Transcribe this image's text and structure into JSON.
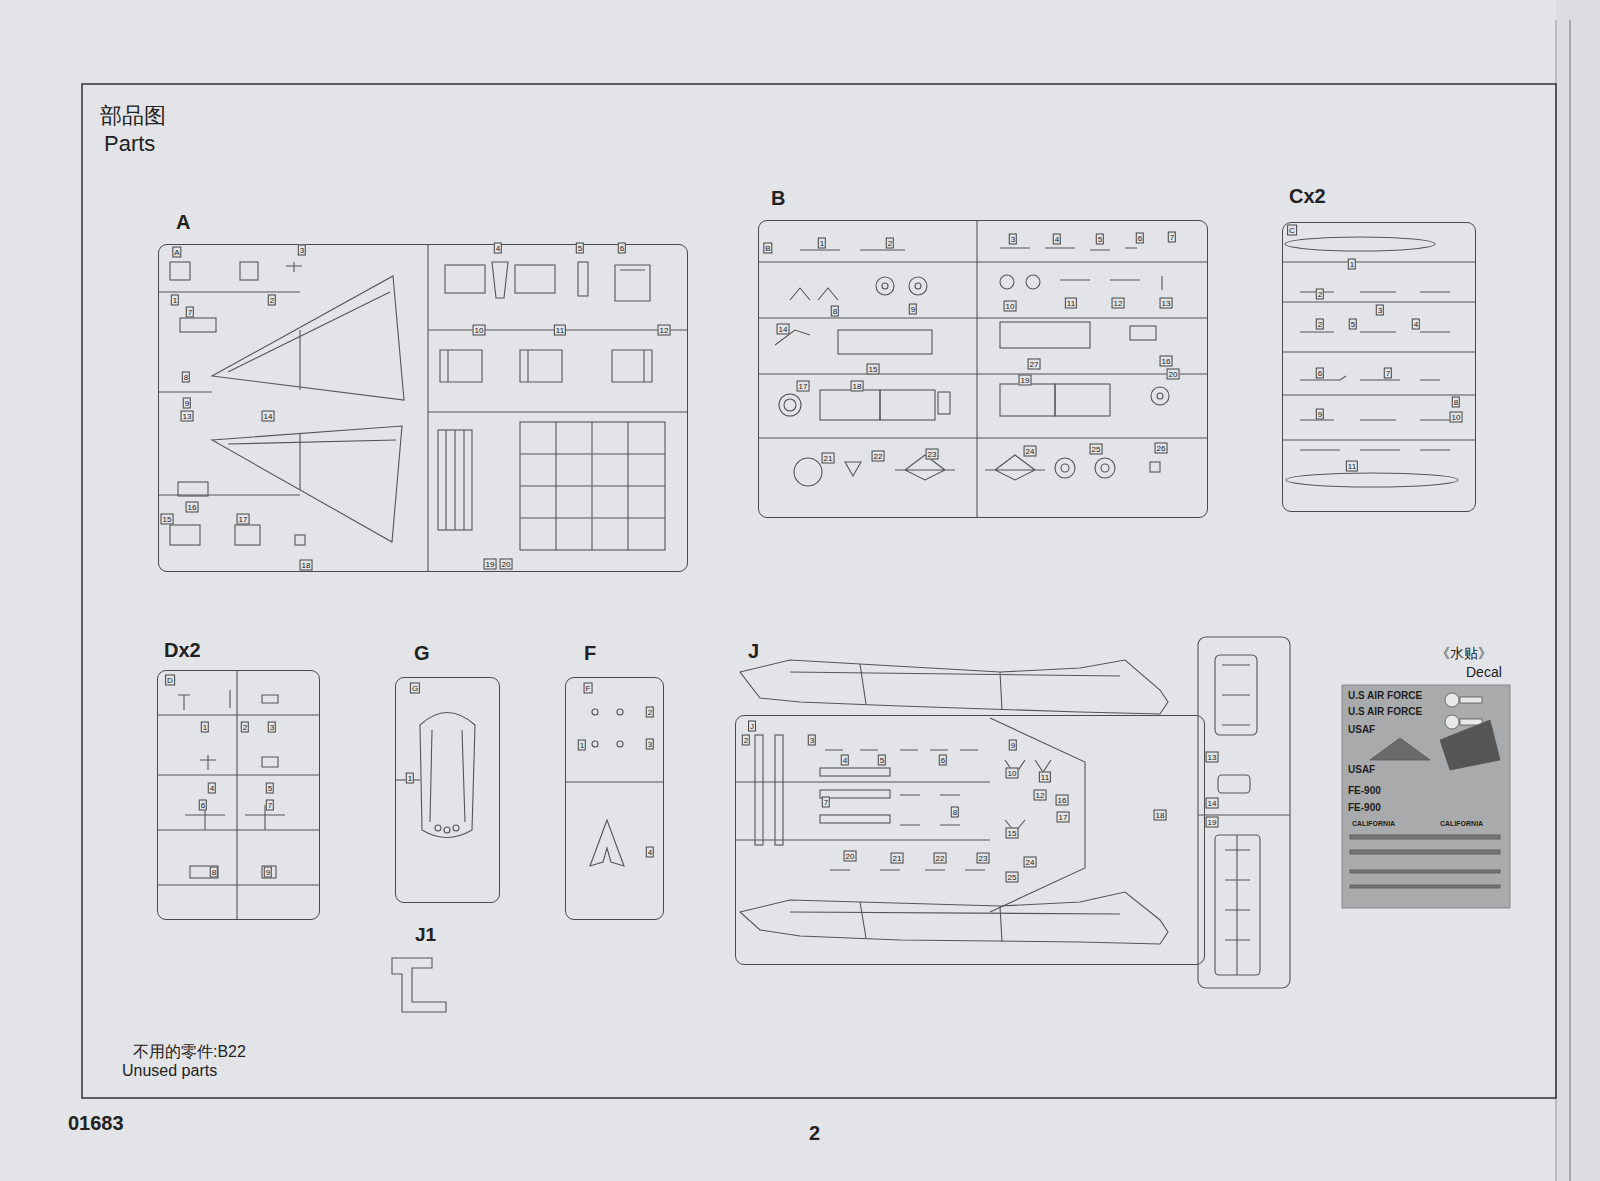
{
  "diagram": {
    "title": "部品图",
    "nodes": [
      {
        "text": [
          "A"
        ]
      },
      {
        "text": [
          "B"
        ]
      },
      {
        "text": [
          "Cx2"
        ]
      },
      {
        "text": [
          "Dx2"
        ]
      },
      {
        "text": [
          "G"
        ]
      },
      {
        "text": [
          "F"
        ]
      },
      {
        "text": [
          "J"
        ]
      },
      {
        "text": [
          "《水贴》",
          "Decal"
        ]
      }
    ],
    "labels": [
      "Parts",
      "A",
      "1",
      "2",
      "3",
      "4",
      "5",
      "6",
      "7",
      "8",
      "9",
      "10",
      "11",
      "12",
      "13",
      "14",
      "15",
      "16",
      "17",
      "18",
      "19",
      "20",
      "B",
      "1",
      "2",
      "3",
      "4",
      "5",
      "6",
      "7",
      "8",
      "9",
      "10",
      "11",
      "12",
      "13",
      "14",
      "15",
      "16",
      "17",
      "18",
      "19",
      "20",
      "21",
      "22",
      "23",
      "24",
      "25",
      "26",
      "27",
      "C",
      "1",
      "2",
      "3",
      "2",
      "5",
      "4",
      "6",
      "7",
      "8",
      "9",
      "10",
      "11",
      "D",
      "1",
      "2",
      "3",
      "4",
      "5",
      "6",
      "7",
      "8",
      "9",
      "G",
      "1",
      "F",
      "1",
      "2",
      "3",
      "4",
      "J",
      "2",
      "3",
      "4",
      "5",
      "6",
      "7",
      "8",
      "9",
      "10",
      "11",
      "12",
      "13",
      "14",
      "15",
      "16",
      "17",
      "18",
      "19",
      "20",
      "21",
      "22",
      "23",
      "24",
      "25",
      "J1",
      "U.S AIR FORCE",
      "U.S AIR FORCE",
      "USAF",
      "USAF",
      "FE-900",
      "FE-900",
      "CALIFORNIA",
      "CALIFORNIA",
      "不用的零件:B22",
      "Unused parts",
      "01683",
      "2"
    ]
  }
}
